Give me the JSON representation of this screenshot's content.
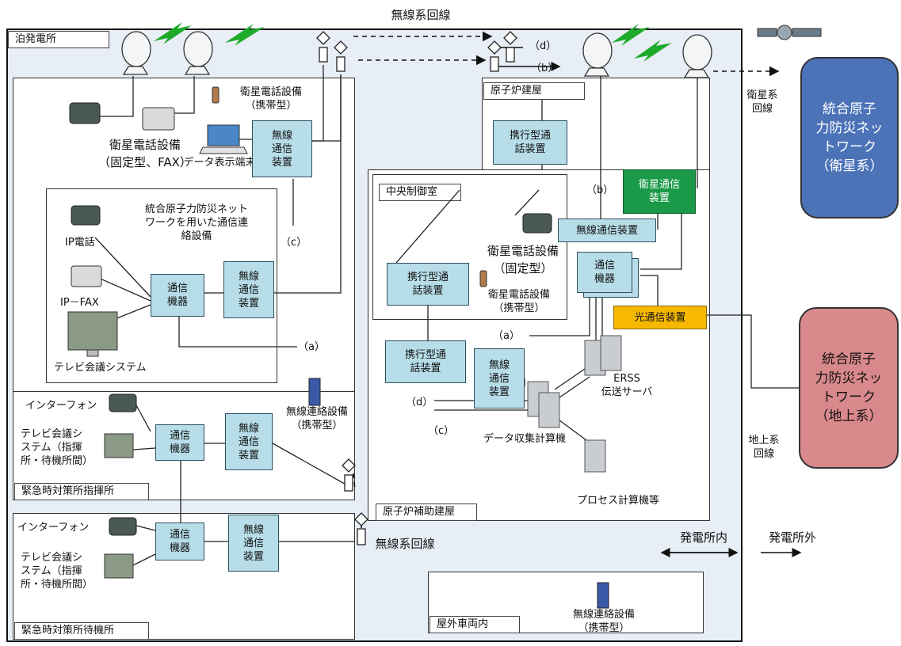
{
  "labels": {
    "wireless_top": "無線系回線",
    "wireless_mid": "無線系回線",
    "satellite_line": "衛星系\n回線",
    "ground_line": "地上系\n回線",
    "inside": "発電所内",
    "outside": "発電所外"
  },
  "areas": {
    "plant": "泊発電所",
    "reactor": "原子炉建屋",
    "control_room": "中央制御室",
    "aux_building": "原子炉補助建屋",
    "command": "緊急時対策所指揮所",
    "standby": "緊急時対策所待機所",
    "vehicle": "屋外車両内"
  },
  "external": {
    "satellite_network": "統合原子\n力防災ネッ\nトワーク\n（衛星系）",
    "ground_network": "統合原子\n力防災ネッ\nトワーク\n（地上系）"
  },
  "hq": {
    "sat_phone_mobile": "衛星電話設備\n（携帯型）",
    "sat_phone_fixed": "衛星電話設備\n（固定型、FAX）",
    "data_terminal": "データ表示端末",
    "wireless_unit": "無線\n通信\n装置",
    "c_label": "（c）",
    "net_title": "統合原子力防災ネット\nワークを用いた通信連\n絡設備",
    "ip_phone": "IP電話",
    "ip_fax": "IP－FAX",
    "tv_conf": "テレビ会議システム",
    "comm_device": "通信\n機器",
    "wireless_device": "無線\n通信\n装置",
    "a_label": "（a）"
  },
  "command_post": {
    "interphone": "インターフォン",
    "tv_conf": "テレビ会議シ\nステム（指揮\n所・待機所間）",
    "comm_device": "通信\n機器",
    "wireless_device": "無線\n通信\n装置",
    "radio_mobile": "無線連絡設備\n（携帯型）"
  },
  "standby_post": {
    "interphone": "インターフォン",
    "tv_conf": "テレビ会議シ\nステム（指揮\n所・待機所間）",
    "comm_device": "通信\n機器",
    "wireless_device": "無線\n通信\n装置"
  },
  "plant_side": {
    "d_top": "（d）",
    "b_top": "（b）",
    "portable_reactor": "携行型通\n話装置",
    "portable_control": "携行型通\n話装置",
    "portable_aux": "携行型通\n話装置",
    "b_mid": "（b）",
    "sat_comm": "衛星通信\n装置",
    "wireless_unit": "無線通信装置",
    "sat_phone_fixed": "衛星電話設備\n（固定型）",
    "sat_phone_mobile": "衛星電話設備\n（携帯型）",
    "comm_device": "通信\n機器",
    "optical": "光通信装置",
    "a_mid": "（a）",
    "erss": "ERSS\n伝送サーバ",
    "wireless_device": "無線\n通信\n装置",
    "d_mid": "（d）",
    "c_mid": "（c）",
    "data_collect": "データ収集計算機",
    "process": "プロセス計算機等"
  },
  "vehicle": {
    "radio_mobile": "無線連絡設備\n（携帯型）"
  },
  "colors": {
    "equipment": "#b7dde8",
    "satellite_comm": "#1a9a48",
    "optical": "#f6b800",
    "sat_network": "#4c73b8",
    "ground_network": "#d9898c",
    "site_bg": "#e8eef6"
  }
}
